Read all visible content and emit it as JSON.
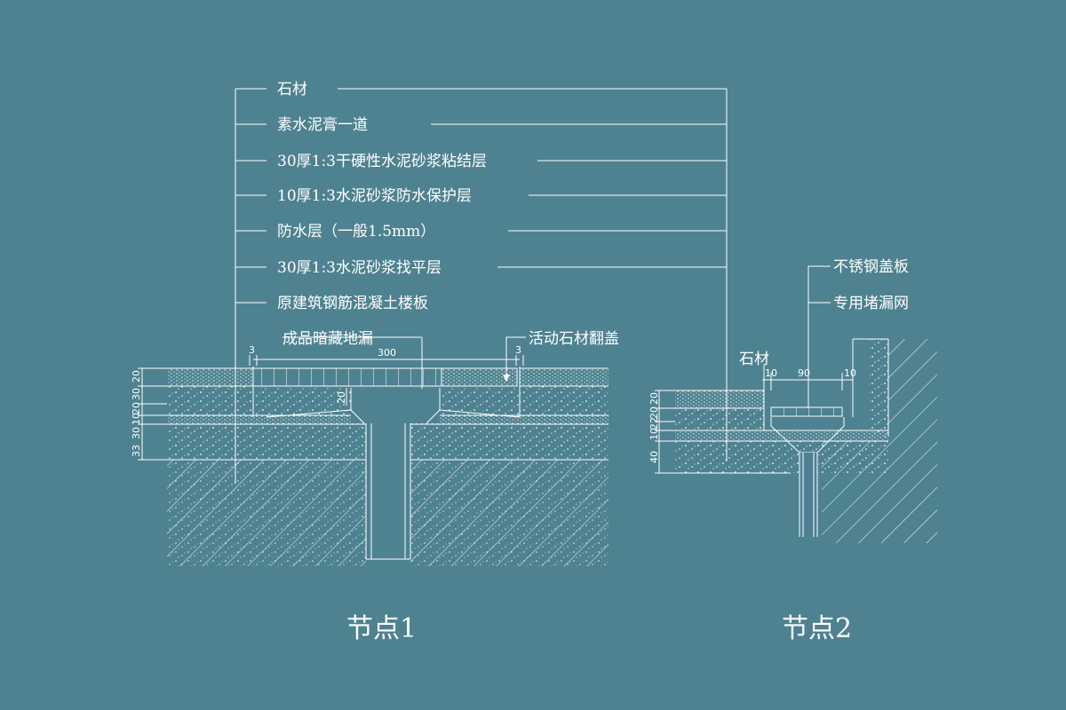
{
  "colors": {
    "background": "#4e8290",
    "line": "#ffffff"
  },
  "node1": {
    "title": "节点1",
    "layers": [
      "石材",
      "素水泥膏一道",
      "30厚1:3干硬性水泥砂浆粘结层",
      "10厚1:3水泥砂浆防水保护层",
      "防水层（一般1.5mm）",
      "30厚1:3水泥砂浆找平层",
      "原建筑钢筋混凝土楼板"
    ],
    "drain_label": "成品暗藏地漏",
    "cover_label": "活动石材翻盖",
    "dims": {
      "width_300": "300",
      "gap_3_left": "3",
      "gap_3_right": "3",
      "depth_20": "20",
      "vertical": [
        "20",
        "30",
        "20",
        "10",
        "30",
        "33"
      ]
    }
  },
  "node2": {
    "title": "节点2",
    "labels": [
      "不锈钢盖板",
      "专用堵漏网"
    ],
    "stone_label": "石材",
    "dims": {
      "d10_left": "10",
      "d90": "90",
      "d10_right": "10",
      "vertical": [
        "20",
        "20",
        "22",
        "10",
        "40"
      ]
    }
  }
}
